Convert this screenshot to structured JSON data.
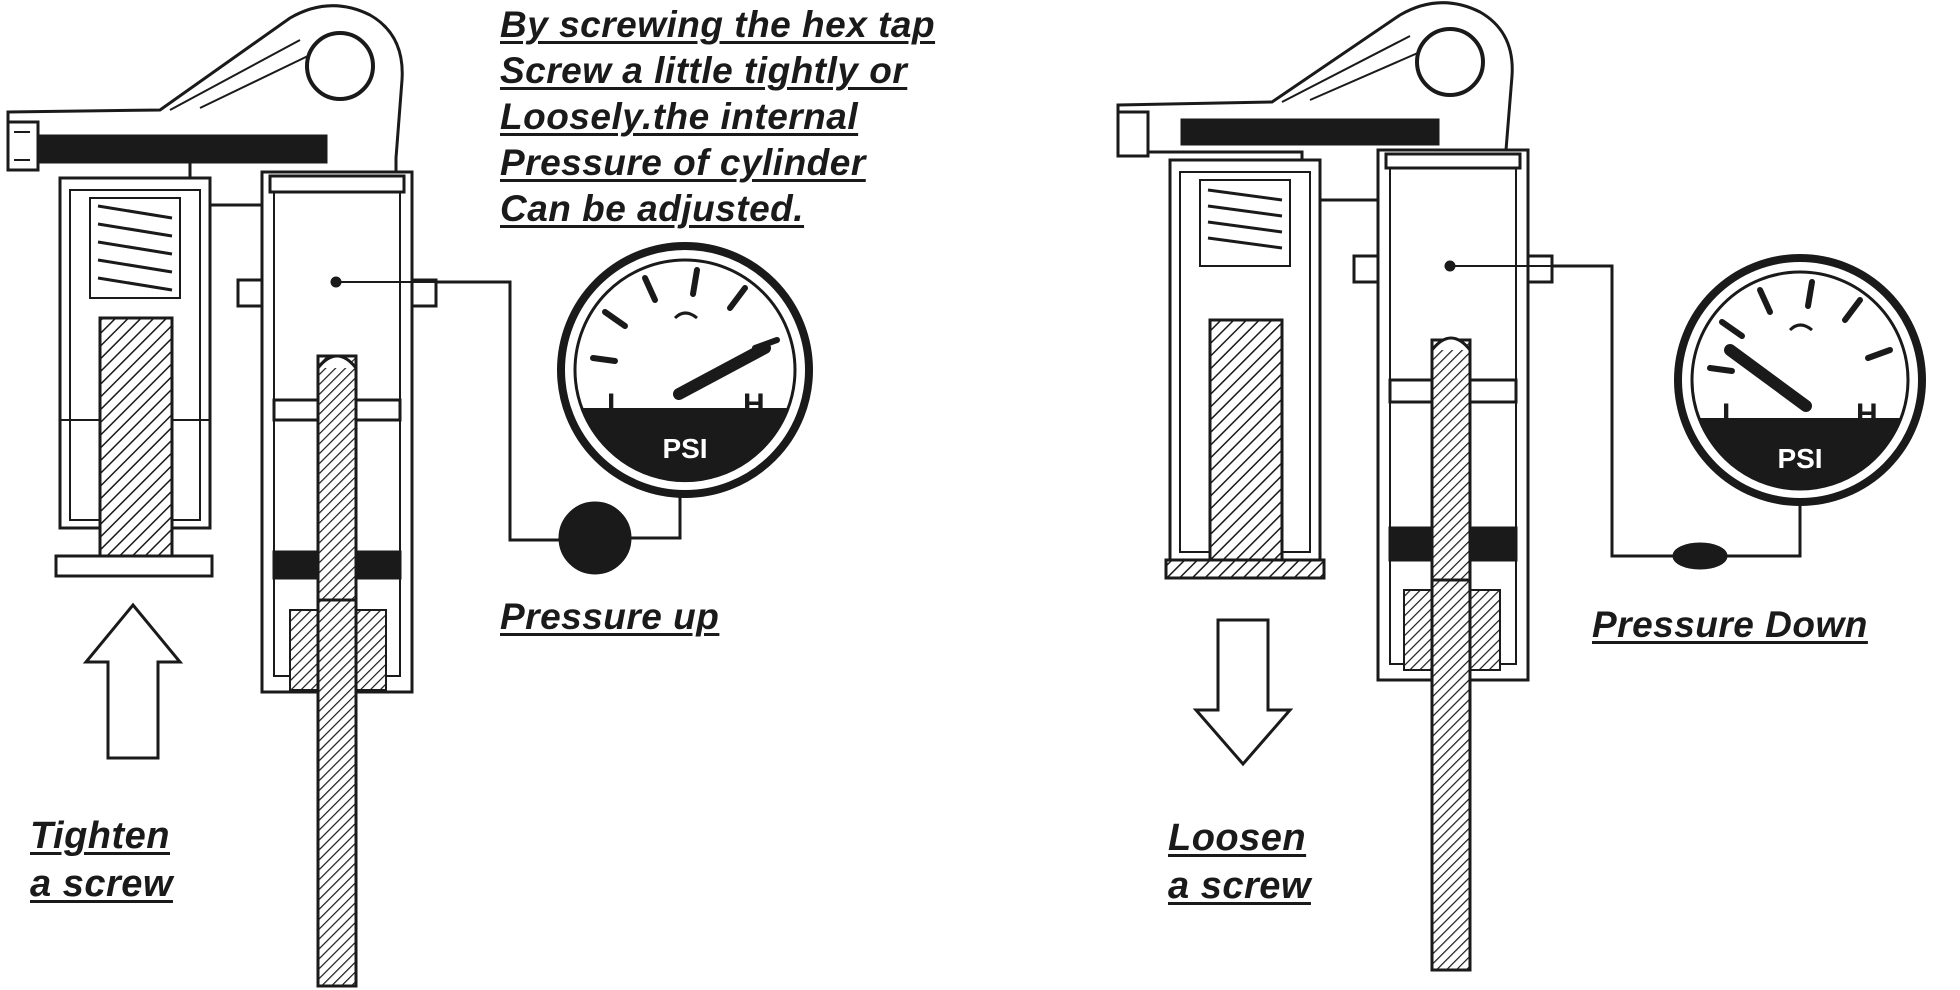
{
  "intro": {
    "lines": [
      "By screwing the hex tap",
      "Screw a little tightly or",
      "Loosely.the internal",
      "Pressure of cylinder",
      "Can be adjusted."
    ]
  },
  "left": {
    "gauge": {
      "low_label": "L",
      "high_label": "H",
      "unit_label": "PSI",
      "reading": "high"
    },
    "pressure_caption": "Pressure up",
    "screw_caption": [
      "Tighten",
      "a screw"
    ],
    "arrow_direction": "up"
  },
  "right": {
    "gauge": {
      "low_label": "L",
      "high_label": "H",
      "unit_label": "PSI",
      "reading": "low"
    },
    "pressure_caption": "Pressure Down",
    "screw_caption": [
      "Loosen",
      "a screw"
    ],
    "arrow_direction": "down"
  },
  "colors": {
    "ink": "#1a1a1a",
    "paper": "#ffffff"
  }
}
